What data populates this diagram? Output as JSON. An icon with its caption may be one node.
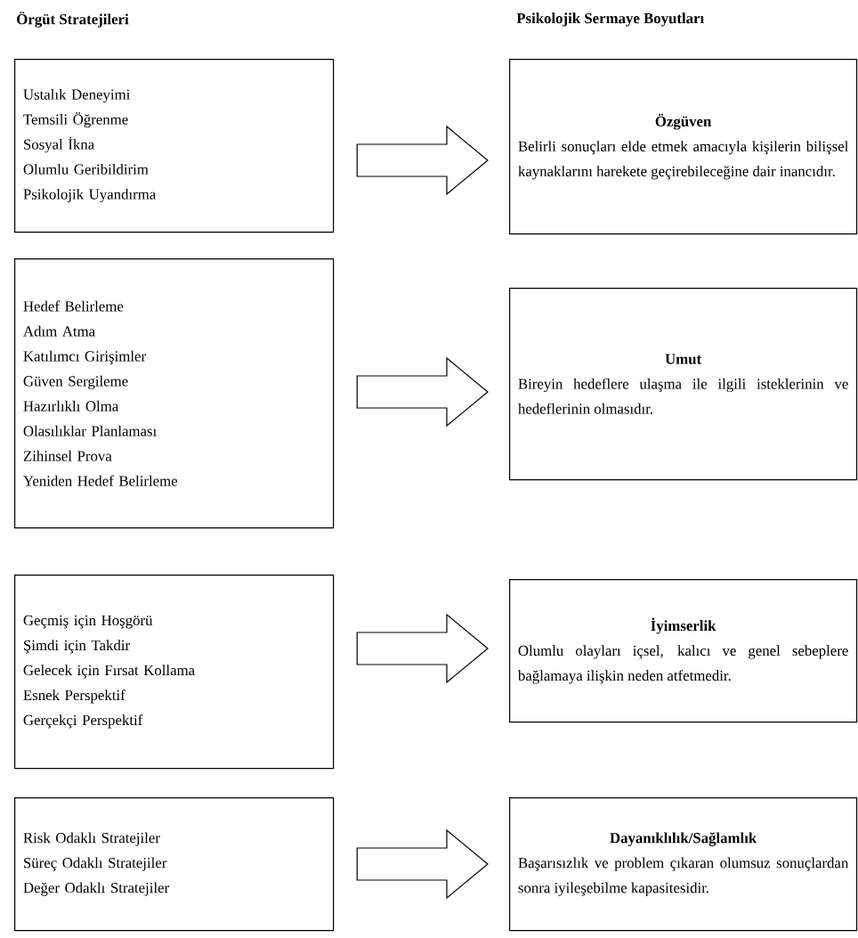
{
  "diagram": {
    "nodes": [
      {
        "text": [
          "Ustalık Deneyimi",
          "Temsili Öğrenme",
          "Sosyal İkna",
          "Olumlu Geribildirim",
          "Psikolojik Uyandırma"
        ]
      },
      {
        "text": [
          "Özgüven",
          "Belirli sonuçları elde etmek amacıyla kişilerin bilişsel kaynaklarını harekete geçirebileceğine dair inancıdır."
        ]
      },
      {
        "text": [
          "Hedef Belirleme",
          "Adım Atma",
          "Katılımcı Girişimler",
          "Güven Sergileme",
          "Hazırlıklı Olma",
          "Olasılıklar Planlaması",
          "Zihinsel Prova",
          "Yeniden Hedef Belirleme"
        ]
      },
      {
        "text": [
          "Umut",
          "Bireyin hedeflere ulaşma ile ilgili isteklerinin ve hedeflerinin olmasıdır."
        ]
      },
      {
        "text": [
          "Geçmiş için Hoşgörü",
          "Şimdi için Takdir",
          "Gelecek için Fırsat Kollama",
          "Esnek Perspektif",
          "Gerçekçi Perspektif"
        ]
      },
      {
        "text": [
          "İyimserlik",
          "Olumlu olayları içsel, kalıcı ve genel sebeplere bağlamaya ilişkin neden atfetmedir."
        ]
      },
      {
        "text": [
          "Risk Odaklı Stratejiler",
          "Süreç Odaklı Stratejiler",
          "Değer Odaklı Stratejiler"
        ]
      },
      {
        "text": [
          "Dayanıklılık/Sağlamlık",
          "Başarısızlık ve problem çıkaran olumsuz sonuçlardan sonra iyileşebilme kapasitesidir."
        ]
      }
    ],
    "edges": [
      {
        "from": 0,
        "to": 1,
        "arrow": "to"
      },
      {
        "from": 2,
        "to": 3,
        "arrow": "to"
      },
      {
        "from": 4,
        "to": 5,
        "arrow": "to"
      },
      {
        "from": 6,
        "to": 7,
        "arrow": "to"
      }
    ],
    "labels": [
      "Örgüt Stratejileri",
      "Psikolojik Sermaye Boyutları"
    ]
  }
}
